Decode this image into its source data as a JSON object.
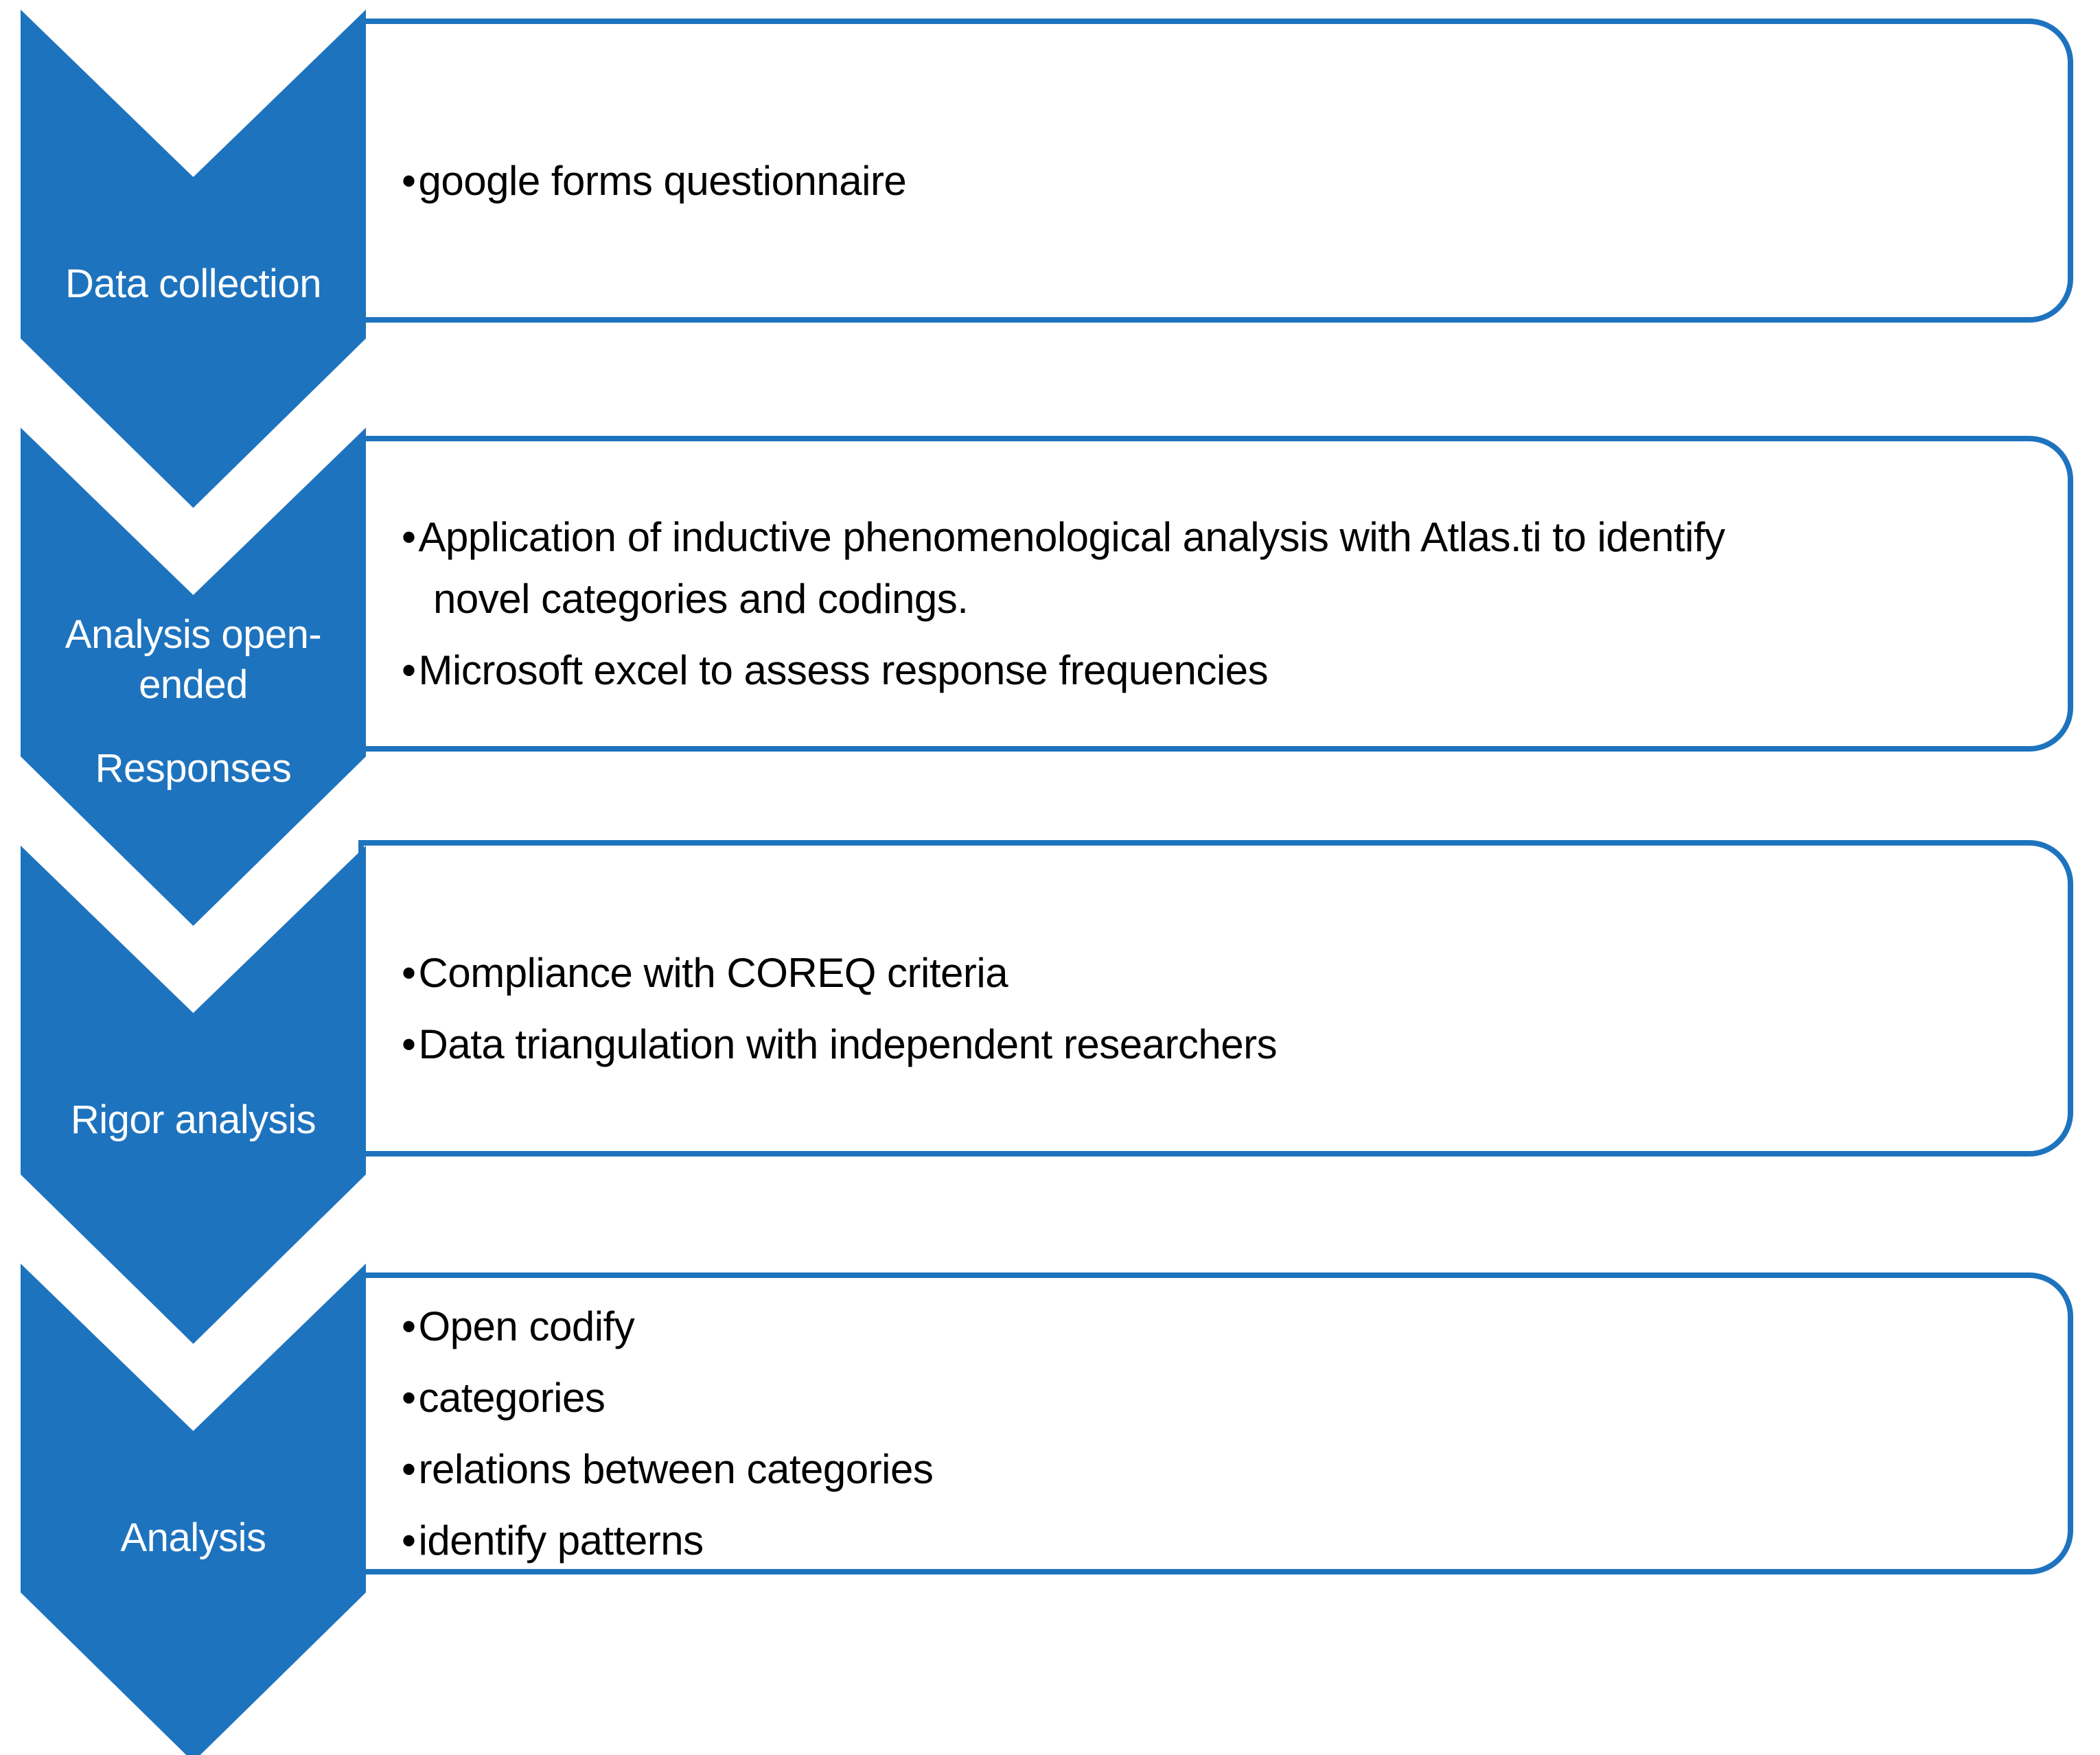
{
  "figure": {
    "type": "vertical-chevron-process-diagram",
    "colors": {
      "accent": "#1E73BE",
      "chevron_label_text": "#FFFFFF",
      "bullet_text": "#000000",
      "background": "#FFFFFF"
    },
    "stages": [
      {
        "label_lines": [
          "Data collection"
        ],
        "bullets": [
          "google forms questionnaire"
        ]
      },
      {
        "label_lines": [
          "Analysis open-ended",
          "Responses"
        ],
        "bullets": [
          "Application of inductive phenomenological analysis with Atlas.ti to identify\nnovel categories and codings.",
          "Microsoft excel to assess response frequencies"
        ]
      },
      {
        "label_lines": [
          "Rigor analysis"
        ],
        "bullets": [
          "Compliance with COREQ criteria",
          "Data triangulation with independent researchers"
        ]
      },
      {
        "label_lines": [
          "Analysis"
        ],
        "bullets": [
          "Open codify",
          "categories",
          "relations between categories",
          "identify patterns"
        ]
      }
    ]
  }
}
